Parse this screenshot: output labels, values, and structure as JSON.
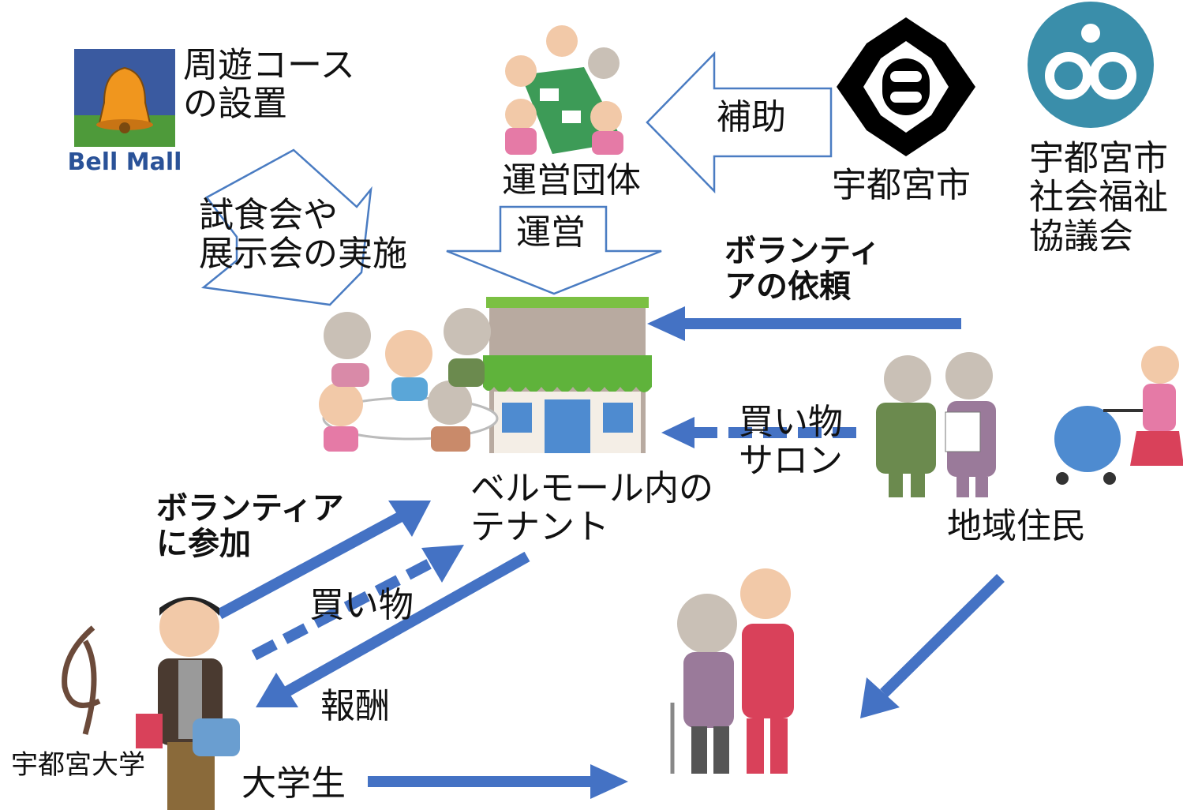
{
  "colors": {
    "arrow_blue": "#4472c4",
    "outline_blue": "#4a7cc2",
    "text": "#111111"
  },
  "logos": {
    "bell_mall": "Bell Mall",
    "utsunomiya_univ": "宇都宮大学"
  },
  "labels": {
    "course": "周遊コース\nの設置",
    "tasting": "試食会や\n展示会の実施",
    "org": "運営団体",
    "city": "宇都宮市",
    "council": "宇都宮市\n社会福祉\n協議会",
    "tenant": "ベルモール内の\nテナント",
    "residents": "地域住民",
    "student": "大学生"
  },
  "arrows": {
    "subsidy": "補助",
    "operate": "運営",
    "volunteer_request": "ボランティ\nアの依頼",
    "shopping_salon": "買い物\nサロン",
    "join_volunteer": "ボランティア\nに参加",
    "shopping": "買い物",
    "reward": "報酬"
  },
  "icons": [
    "bell-icon",
    "city-emblem-icon",
    "council-emblem-icon",
    "meeting-people-icon",
    "shop-icon",
    "elderly-couple-icon",
    "mother-stroller-icon",
    "caregiver-elderly-icon",
    "student-icon",
    "university-emblem-icon"
  ]
}
